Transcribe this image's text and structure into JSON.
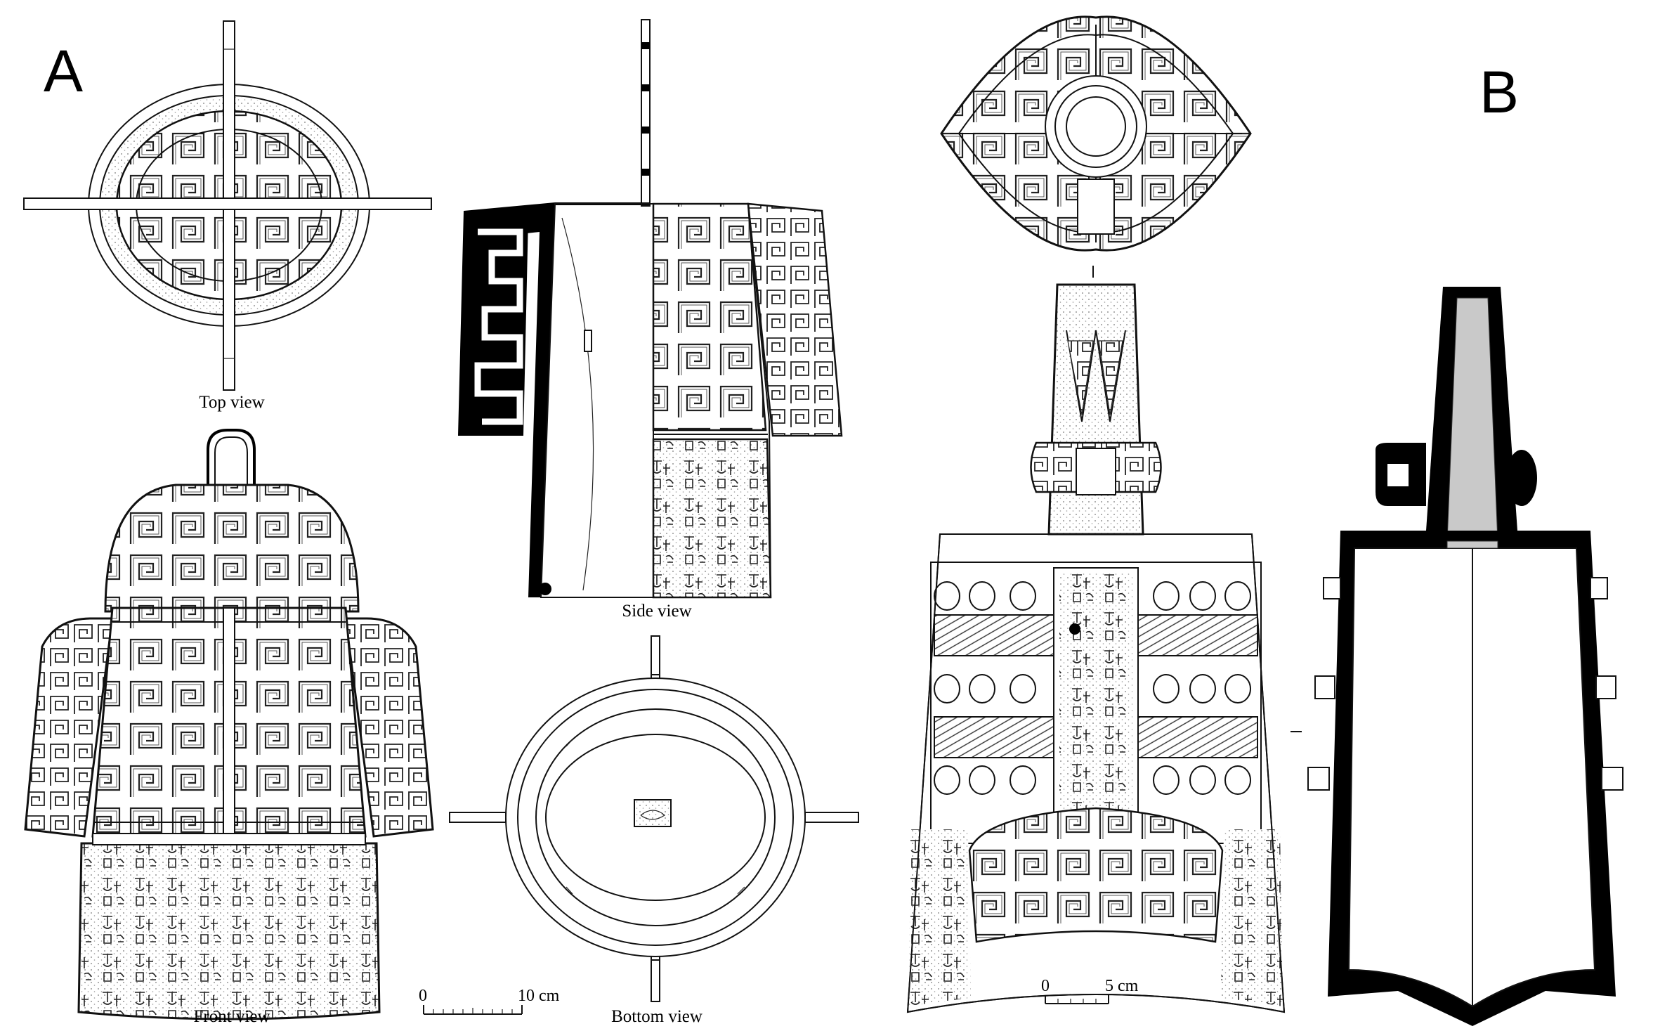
{
  "panels": {
    "a_letter": "A",
    "b_letter": "B"
  },
  "captions": {
    "top_view": "Top view",
    "side_view": "Side view",
    "front_view": "Front view",
    "bottom_view": "Bottom view"
  },
  "scales": {
    "a": {
      "zero": "0",
      "end": "10 cm"
    },
    "b": {
      "zero": "0",
      "end": "5 cm"
    }
  }
}
